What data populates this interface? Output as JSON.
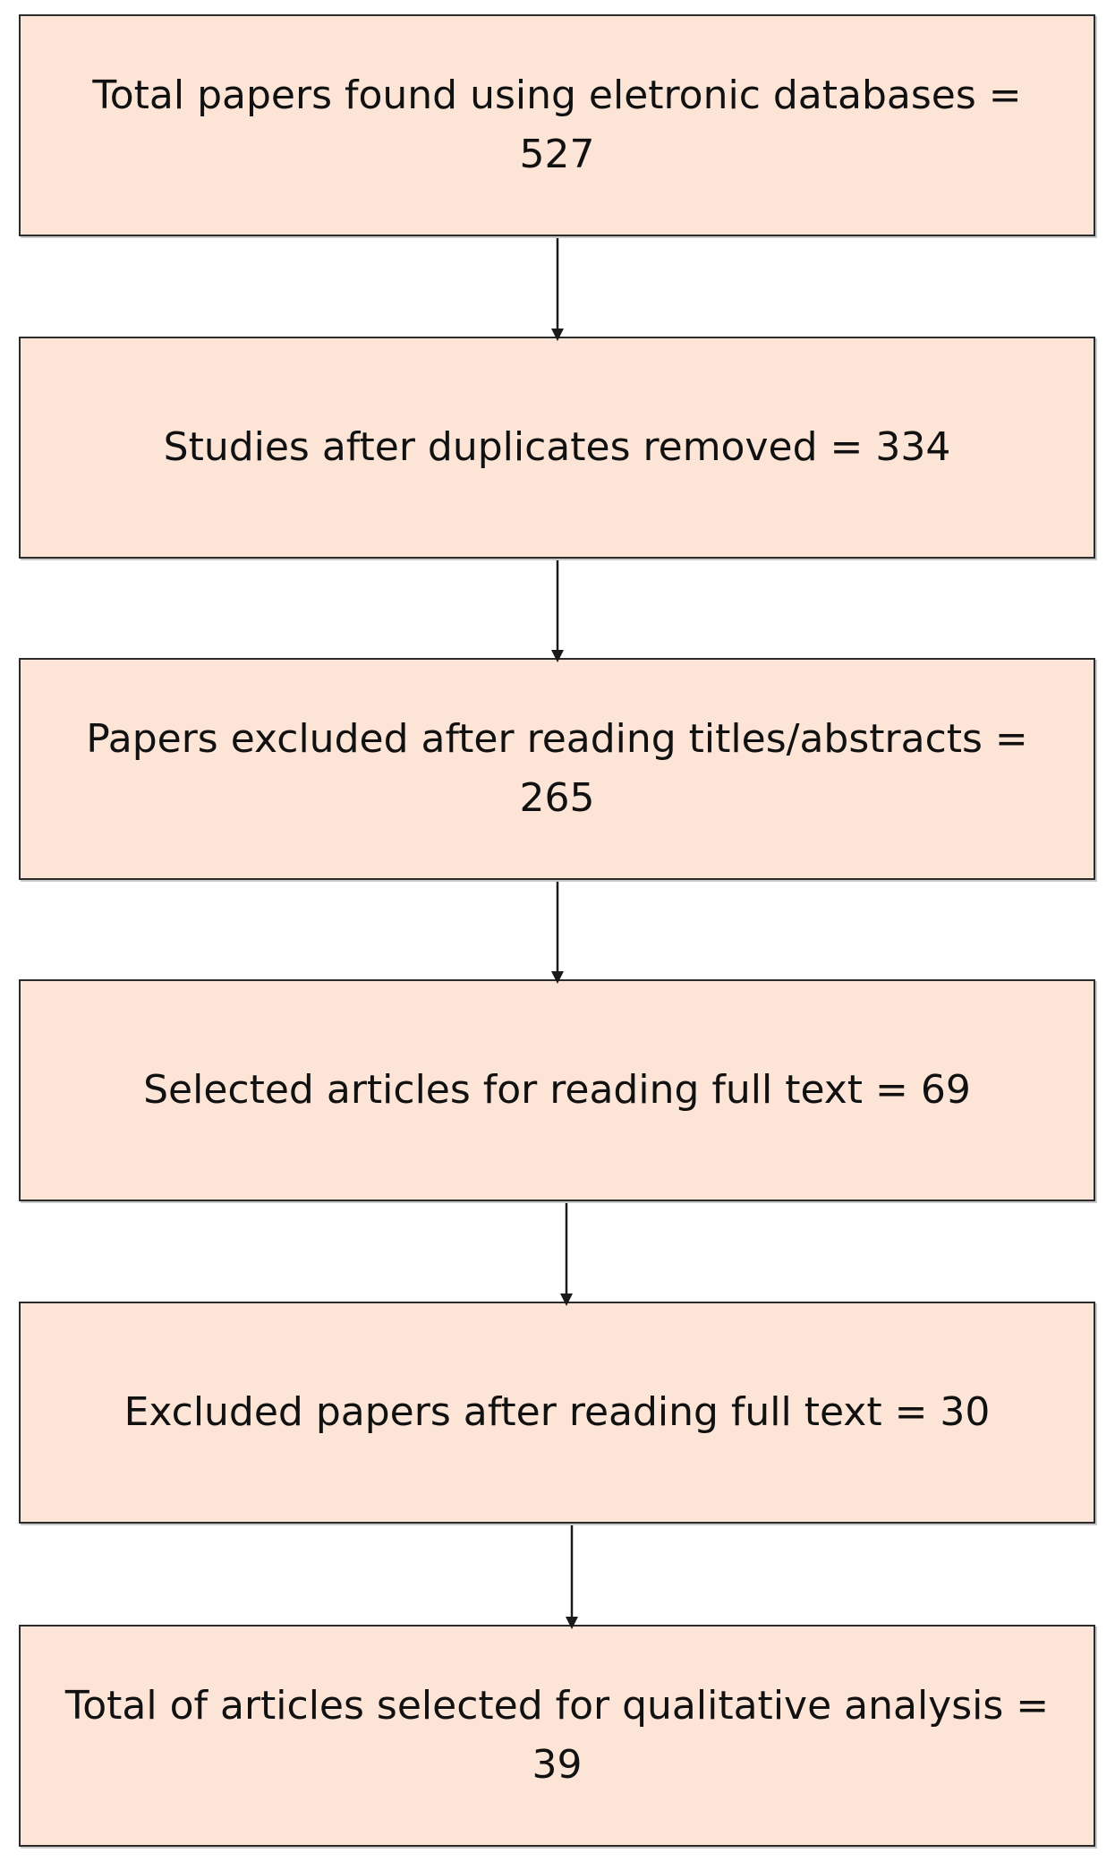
{
  "steps": [
    {
      "text": "Total papers found using eletronic databases = 527"
    },
    {
      "text": "Studies after duplicates removed = 334"
    },
    {
      "text": "Papers excluded after reading titles/abstracts = 265"
    },
    {
      "text": "Selected articles for reading full text = 69"
    },
    {
      "text": "Excluded papers after reading full text = 30"
    },
    {
      "text": "Total of articles selected for qualitative analysis = 39"
    }
  ],
  "colors": {
    "box_fill": "#fce4d6",
    "box_border": "#2b2b2b",
    "arrow": "#1a1a1a"
  }
}
